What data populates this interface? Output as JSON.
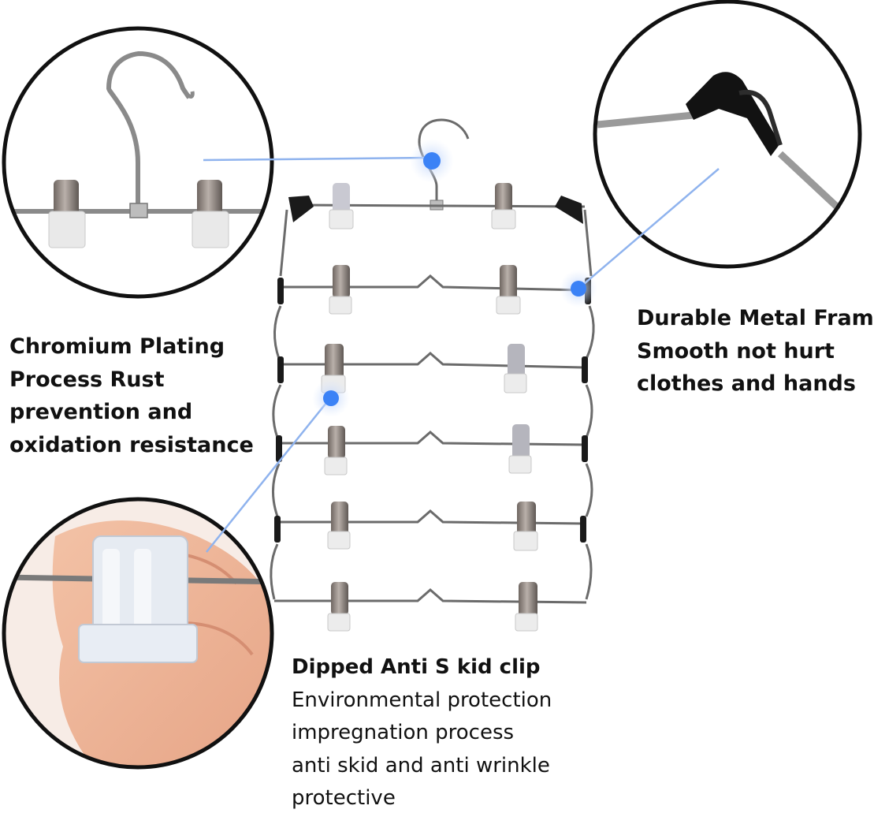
{
  "captions": {
    "chromium": {
      "lines": [
        "Chromium Plating",
        "Process Rust",
        "prevention and",
        "oxidation resistance"
      ]
    },
    "frame": {
      "lines": [
        "Durable Metal Frame",
        "Smooth not hurt",
        "clothes and hands"
      ]
    },
    "clip": {
      "title": "Dipped Anti S kid clip",
      "lines": [
        "Environmental protection",
        "impregnation process",
        "anti skid and anti wrinkle",
        "protective"
      ]
    }
  },
  "colors": {
    "callout_dot": "#3b82f6",
    "callout_line": "#8fb3ee",
    "circle_border": "#111111",
    "wire": "#6b6b6b",
    "clip_metal": "#8a7f78",
    "clip_pad": "#ececec",
    "end_cap": "#1a1a1a"
  },
  "product": {
    "tiers": 6,
    "clips_per_tier": 2
  }
}
